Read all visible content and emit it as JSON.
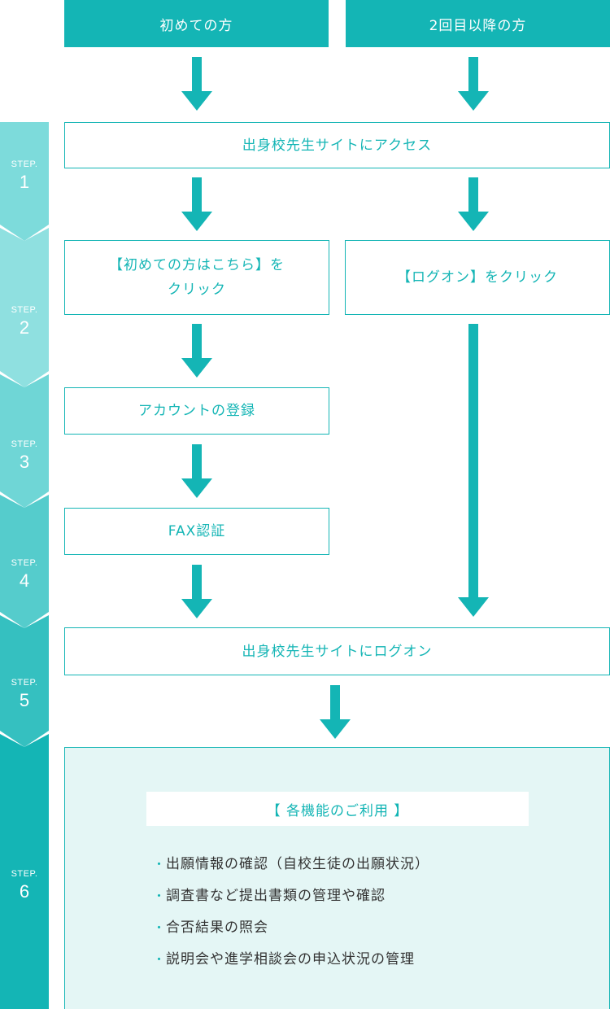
{
  "headers": {
    "first_time": "初めての方",
    "returning": "2回目以降の方"
  },
  "steps": [
    {
      "label": "STEP.",
      "number": "1"
    },
    {
      "label": "STEP.",
      "number": "2"
    },
    {
      "label": "STEP.",
      "number": "3"
    },
    {
      "label": "STEP.",
      "number": "4"
    },
    {
      "label": "STEP.",
      "number": "5"
    },
    {
      "label": "STEP.",
      "number": "6"
    }
  ],
  "boxes": {
    "access_site": "出身校先生サイトにアクセス",
    "click_first_line1": "【初めての方はこちら】を",
    "click_first_line2": "クリック",
    "click_logon": "【ログオン】をクリック",
    "register_account": "アカウントの登録",
    "fax_auth": "FAX認証",
    "logon_site": "出身校先生サイトにログオン"
  },
  "features": {
    "title": "【 各機能のご利用 】",
    "bullet": "・",
    "items": [
      "出願情報の確認（自校生徒の出願状況）",
      "調査書など提出書類の管理や確認",
      "合否結果の照会",
      "説明会や進学相談会の申込状況の管理"
    ]
  },
  "colors": {
    "accent": "#14b5b5",
    "panel_bg": "#e4f6f5",
    "step_gradient": [
      "#7ddbdb",
      "#8fe0e0",
      "#6fd6d6",
      "#55cccc",
      "#35c0c0",
      "#14b5b5"
    ]
  }
}
